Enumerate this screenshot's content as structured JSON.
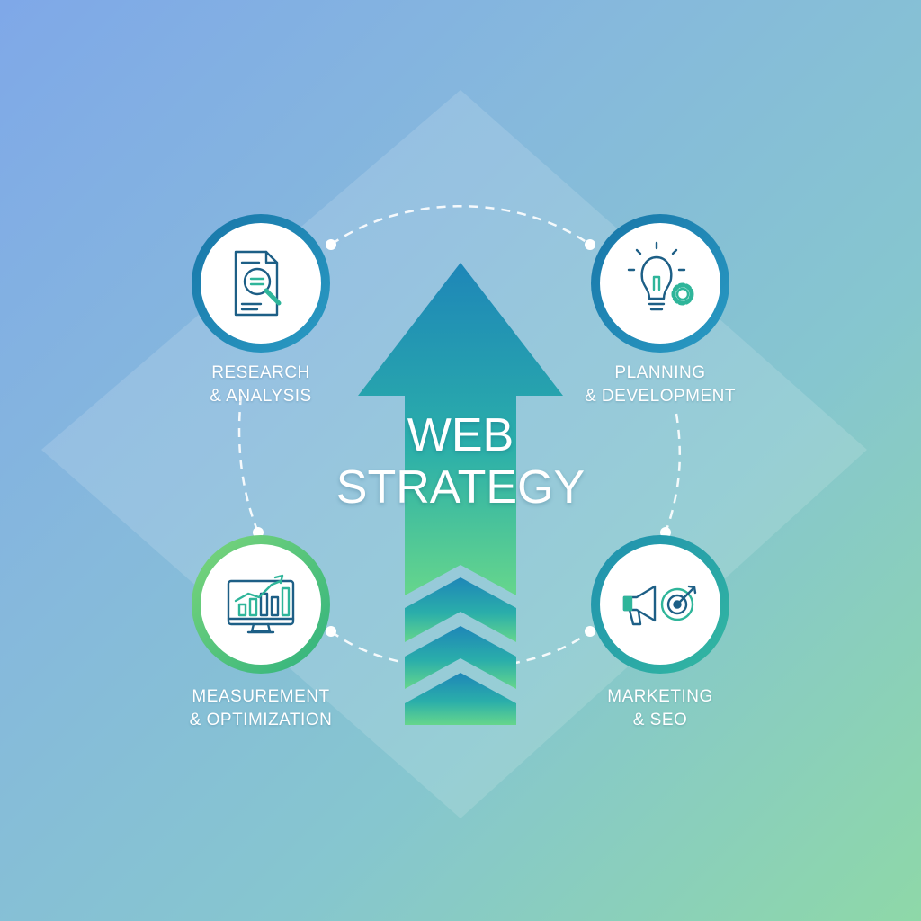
{
  "title": {
    "line1": "WEB",
    "line2": "STRATEGY"
  },
  "stages": [
    {
      "line1": "RESEARCH",
      "line2": "& ANALYSIS",
      "icon": "document-magnifier-icon"
    },
    {
      "line1": "PLANNING",
      "line2": "& DEVELOPMENT",
      "icon": "lightbulb-gear-icon"
    },
    {
      "line1": "MEASUREMENT",
      "line2": "& OPTIMIZATION",
      "icon": "monitor-chart-icon"
    },
    {
      "line1": "MARKETING",
      "line2": "& SEO",
      "icon": "megaphone-target-icon"
    }
  ],
  "colors": {
    "ring_blue": "#1a7fae",
    "ring_green": "#55c27a",
    "ring_teal": "#1f9aa8",
    "icon_stroke": "#1d5f86",
    "icon_accent": "#2fb59a",
    "arrow_top": "#1e8ab8",
    "arrow_bottom": "#63d38c"
  }
}
